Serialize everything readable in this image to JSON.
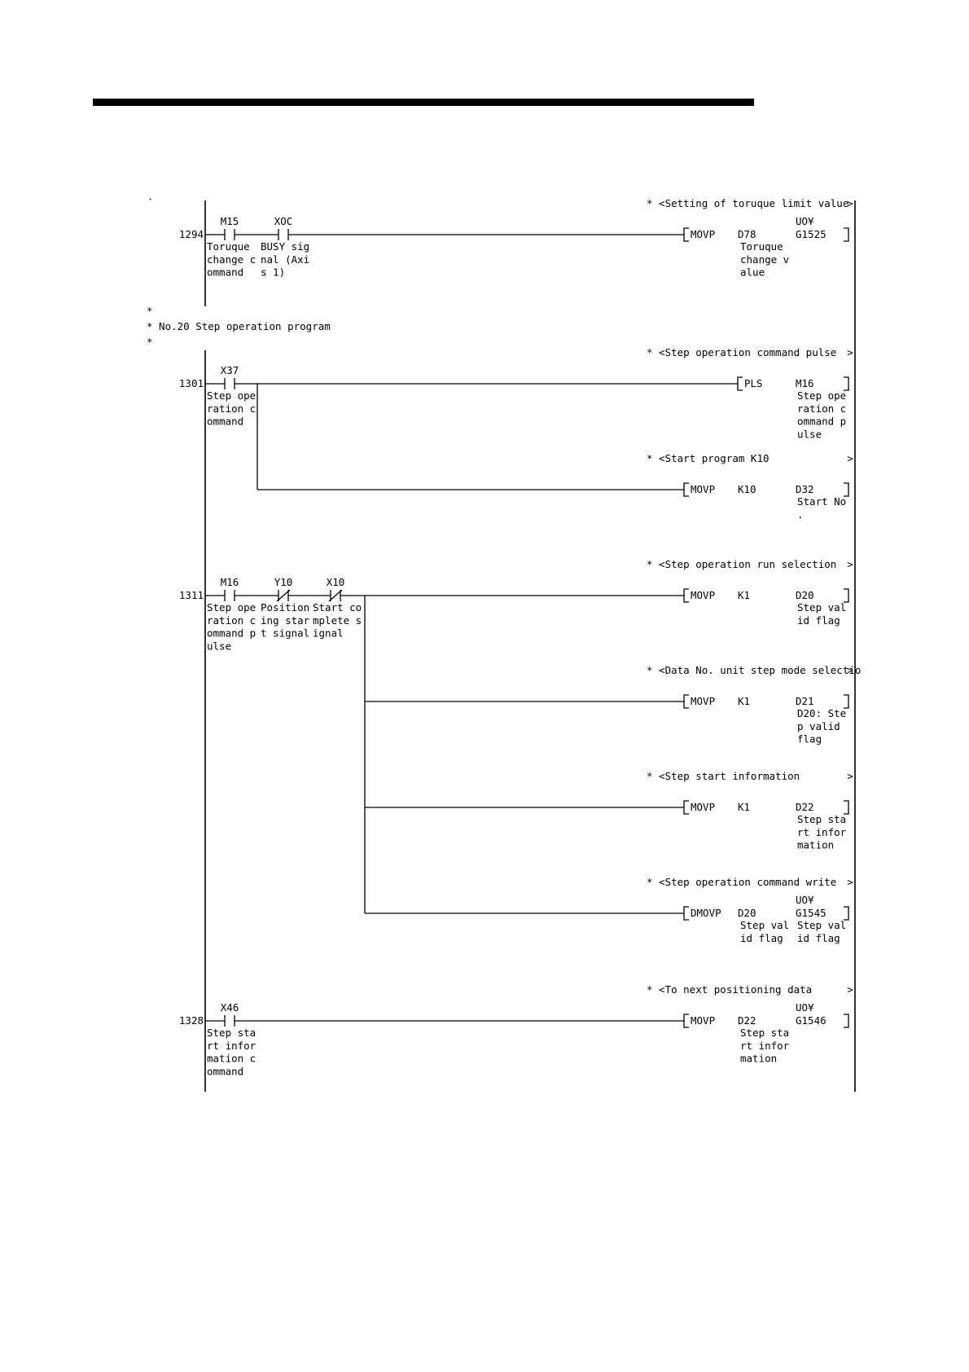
{
  "program": {
    "marker": "・",
    "section_comment": {
      "star_top": "*",
      "title": "* No.20 Step operation program",
      "star_bottom": "*"
    },
    "rungs": [
      {
        "step": "1294",
        "contacts": [
          {
            "device": "M15",
            "type": "normally-open",
            "comment": [
              "Toruque",
              "change c",
              "ommand"
            ]
          },
          {
            "device": "XOC",
            "type": "normally-open",
            "comment": [
              "BUSY sig",
              "nal (Axi",
              "s 1)"
            ]
          }
        ],
        "outputs": [
          {
            "note": "* <Setting of toruque limit value",
            "instruction": "MOVP",
            "op1": "D78",
            "op1_comment": [
              "Toruque",
              "change v",
              "alue"
            ],
            "op2_top": "UO¥",
            "op2": "G1525",
            "op2_comment": []
          }
        ]
      },
      {
        "step": "1301",
        "contacts": [
          {
            "device": "X37",
            "type": "normally-open",
            "comment": [
              "Step ope",
              "ration c",
              "ommand"
            ]
          }
        ],
        "outputs": [
          {
            "note": "* <Step operation command pulse",
            "instruction": "PLS",
            "op1": "",
            "op1_comment": [],
            "op2_top": "",
            "op2": "M16",
            "op2_comment": [
              "Step ope",
              "ration c",
              "ommand p",
              "ulse"
            ]
          },
          {
            "note": "* <Start program K10",
            "instruction": "MOVP",
            "op1": "K10",
            "op1_comment": [],
            "op2_top": "",
            "op2": "D32",
            "op2_comment": [
              "Start No",
              "."
            ]
          }
        ]
      },
      {
        "step": "1311",
        "contacts": [
          {
            "device": "M16",
            "type": "normally-open",
            "comment": [
              "Step ope",
              "ration c",
              "ommand p",
              "ulse"
            ]
          },
          {
            "device": "Y10",
            "type": "normally-closed",
            "comment": [
              "Position",
              "ing star",
              "t signal"
            ]
          },
          {
            "device": "X10",
            "type": "normally-closed",
            "comment": [
              "Start co",
              "mplete s",
              "ignal"
            ]
          }
        ],
        "outputs": [
          {
            "note": "* <Step operation run selection",
            "instruction": "MOVP",
            "op1": "K1",
            "op1_comment": [],
            "op2_top": "",
            "op2": "D20",
            "op2_comment": [
              "Step val",
              "id flag"
            ]
          },
          {
            "note": "* <Data No. unit step mode selectio",
            "instruction": "MOVP",
            "op1": "K1",
            "op1_comment": [],
            "op2_top": "",
            "op2": "D21",
            "op2_comment": [
              "D20: Ste",
              "p valid",
              "flag"
            ]
          },
          {
            "note": "* <Step start information",
            "instruction": "MOVP",
            "op1": "K1",
            "op1_comment": [],
            "op2_top": "",
            "op2": "D22",
            "op2_comment": [
              "Step sta",
              "rt infor",
              "mation"
            ]
          },
          {
            "note": "* <Step operation command write",
            "instruction": "DMOVP",
            "op1": "D20",
            "op1_comment": [
              "Step val",
              "id flag"
            ],
            "op2_top": "UO¥",
            "op2": "G1545",
            "op2_comment": [
              "Step val",
              "id flag"
            ]
          }
        ]
      },
      {
        "step": "1328",
        "contacts": [
          {
            "device": "X46",
            "type": "normally-open",
            "comment": [
              "Step sta",
              "rt infor",
              "mation c",
              "ommand"
            ]
          }
        ],
        "outputs": [
          {
            "note": "* <To next positioning data",
            "instruction": "MOVP",
            "op1": "D22",
            "op1_comment": [
              "Step sta",
              "rt infor",
              "mation"
            ],
            "op2_top": "UO¥",
            "op2": "G1546",
            "op2_comment": []
          }
        ]
      }
    ]
  }
}
